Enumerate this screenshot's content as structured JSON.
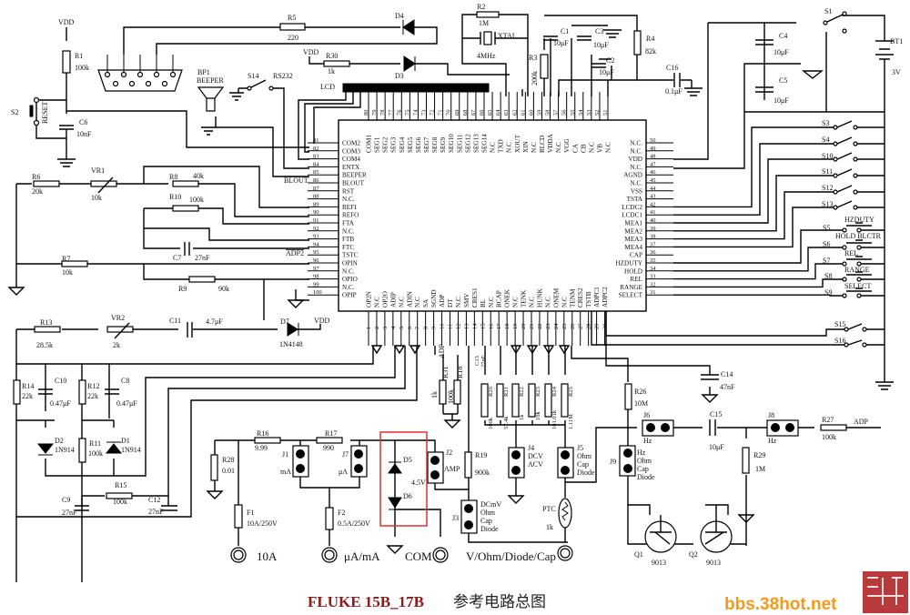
{
  "title": "FLUKE 15B_17B",
  "subtitle": "参考电路总图",
  "watermark": "bbs.38hot.net",
  "colors": {
    "title": "#8b1a1a",
    "highlight_box": "#e03030",
    "watermark": "#f39a1e"
  },
  "chip": {
    "left_pins": [
      {
        "n": "81",
        "label": "COM2"
      },
      {
        "n": "82",
        "label": "COM3"
      },
      {
        "n": "83",
        "label": "COM4"
      },
      {
        "n": "84",
        "label": "ENTX"
      },
      {
        "n": "85",
        "label": "BEEPER"
      },
      {
        "n": "86",
        "label": "BLOUT"
      },
      {
        "n": "87",
        "label": "RST"
      },
      {
        "n": "88",
        "label": "N.C."
      },
      {
        "n": "89",
        "label": "REFI"
      },
      {
        "n": "90",
        "label": "REFO"
      },
      {
        "n": "91",
        "label": "FTA"
      },
      {
        "n": "92",
        "label": "N.C."
      },
      {
        "n": "93",
        "label": "FTB"
      },
      {
        "n": "94",
        "label": "FTC"
      },
      {
        "n": "95",
        "label": "TSTC"
      },
      {
        "n": "96",
        "label": "OPIN"
      },
      {
        "n": "97",
        "label": "N.C."
      },
      {
        "n": "98",
        "label": "OPIO"
      },
      {
        "n": "99",
        "label": "N.C."
      },
      {
        "n": "100",
        "label": "OPIP"
      }
    ],
    "top_pins": [
      {
        "n": "80",
        "label": "COM1"
      },
      {
        "n": "79",
        "label": "SEG1"
      },
      {
        "n": "78",
        "label": "SEG2"
      },
      {
        "n": "77",
        "label": "SEG3"
      },
      {
        "n": "76",
        "label": "SEG4"
      },
      {
        "n": "75",
        "label": "SEG5"
      },
      {
        "n": "74",
        "label": "SEG6"
      },
      {
        "n": "73",
        "label": "SEG7"
      },
      {
        "n": "72",
        "label": "SEG8"
      },
      {
        "n": "71",
        "label": "SEG9"
      },
      {
        "n": "70",
        "label": "SEG10"
      },
      {
        "n": "69",
        "label": "SEG11"
      },
      {
        "n": "68",
        "label": "SEG12"
      },
      {
        "n": "67",
        "label": "SEG13"
      },
      {
        "n": "66",
        "label": "SEG14"
      },
      {
        "n": "65",
        "label": "N.C"
      },
      {
        "n": "64",
        "label": "TXD"
      },
      {
        "n": "63",
        "label": "N.C"
      },
      {
        "n": "62",
        "label": "XOUT"
      },
      {
        "n": "61",
        "label": "XIN"
      },
      {
        "n": "60",
        "label": "N.C"
      },
      {
        "n": "59",
        "label": "RLCD"
      },
      {
        "n": "58",
        "label": "VDDA"
      },
      {
        "n": "57",
        "label": "N.C"
      },
      {
        "n": "56",
        "label": "VGG"
      },
      {
        "n": "55",
        "label": "CA"
      },
      {
        "n": "54",
        "label": "CB"
      },
      {
        "n": "53",
        "label": "N.C"
      },
      {
        "n": "52",
        "label": "VB"
      },
      {
        "n": "51",
        "label": "N.C"
      }
    ],
    "right_pins": [
      {
        "n": "50",
        "label": "N.C."
      },
      {
        "n": "49",
        "label": "N.C."
      },
      {
        "n": "48",
        "label": "VDD"
      },
      {
        "n": "47",
        "label": "N.C."
      },
      {
        "n": "46",
        "label": "AGND"
      },
      {
        "n": "45",
        "label": "N.C."
      },
      {
        "n": "44",
        "label": "VSS"
      },
      {
        "n": "43",
        "label": "TSTA"
      },
      {
        "n": "42",
        "label": "LCDC2"
      },
      {
        "n": "41",
        "label": "LCDC1"
      },
      {
        "n": "40",
        "label": "MEA1"
      },
      {
        "n": "39",
        "label": "MEA2"
      },
      {
        "n": "38",
        "label": "MEA3"
      },
      {
        "n": "37",
        "label": "MEA4"
      },
      {
        "n": "36",
        "label": "CAP"
      },
      {
        "n": "35",
        "label": "HZDUTY"
      },
      {
        "n": "34",
        "label": "HOLD"
      },
      {
        "n": "33",
        "label": "REL"
      },
      {
        "n": "32",
        "label": "RANGE"
      },
      {
        "n": "31",
        "label": "SELECT"
      }
    ],
    "bottom_pins": [
      {
        "n": "1",
        "label": "OP2N"
      },
      {
        "n": "2",
        "label": "N.C"
      },
      {
        "n": "3",
        "label": "OP2O"
      },
      {
        "n": "4",
        "label": "ADIP"
      },
      {
        "n": "5",
        "label": "N.C"
      },
      {
        "n": "6",
        "label": "ADIN"
      },
      {
        "n": "7",
        "label": "N.C"
      },
      {
        "n": "8",
        "label": "SA"
      },
      {
        "n": "9",
        "label": "SGND"
      },
      {
        "n": "10",
        "label": "ADP"
      },
      {
        "n": "11",
        "label": "DT"
      },
      {
        "n": "12",
        "label": "N.C"
      },
      {
        "n": "13",
        "label": "SMV"
      },
      {
        "n": "14",
        "label": "CRES1"
      },
      {
        "n": "15",
        "label": "RL"
      },
      {
        "n": "16",
        "label": "N.C"
      },
      {
        "n": "17",
        "label": "RCAP"
      },
      {
        "n": "18",
        "label": "ONEK"
      },
      {
        "n": "19",
        "label": "N.C"
      },
      {
        "n": "20",
        "label": "TENK"
      },
      {
        "n": "21",
        "label": "N.C"
      },
      {
        "n": "22",
        "label": "HUNK"
      },
      {
        "n": "23",
        "label": "N.C"
      },
      {
        "n": "24",
        "label": "ONEM"
      },
      {
        "n": "25",
        "label": "N.C"
      },
      {
        "n": "26",
        "label": "TENM"
      },
      {
        "n": "27",
        "label": "CRES2"
      },
      {
        "n": "28",
        "label": "TSTB"
      },
      {
        "n": "29",
        "label": "ADPC1"
      },
      {
        "n": "30",
        "label": "ADPC2"
      }
    ]
  },
  "labels": {
    "vdd": "VDD",
    "lcd": "LCD",
    "adp": "ADP",
    "adp2": "ADP2",
    "blout": "BLOUT",
    "R1": "R1",
    "R1v": "100k",
    "S2": "S2",
    "reset": "RESET",
    "C6": "C6",
    "C6v": "10nF",
    "R5": "R5",
    "R5v": "220",
    "D4": "D4",
    "D3": "D3",
    "R30": "R30",
    "R30v": "1k",
    "R2": "R2",
    "R2v": "1M",
    "xtal": "XTAL",
    "xtalv": "4MHz",
    "C1": "C1",
    "C1v": "10μF",
    "C3": "C3",
    "C3v": "10μF",
    "C2": "C2",
    "C2v": "10μF",
    "R3": "R3",
    "R3v": "200k",
    "R4": "R4",
    "R4v": "82k",
    "C16": "C16",
    "C16v": "0.1μF",
    "BP1": "BP1",
    "beeper": "BEEPER",
    "S14": "S14",
    "rs232": "RS232",
    "C4": "C4",
    "C4v": "10μF",
    "C5": "C5",
    "C5v": "10μF",
    "S1": "S1",
    "BT1": "BT1",
    "BT1v": "3V",
    "R6": "R6",
    "R6v": "20k",
    "VR1": "VR1",
    "VR1v": "10k",
    "R8": "R8",
    "R8v": "40k",
    "R10": "R10",
    "R10v": "100k",
    "C7": "C7",
    "C7v": "27nF",
    "R7": "R7",
    "R7v": "10k",
    "R9": "R9",
    "R9v": "90k",
    "S3": "S3",
    "S4": "S4",
    "S10": "S10",
    "S11": "S11",
    "S12": "S12",
    "S13": "S13",
    "S5": "S5",
    "S6": "S6",
    "S7": "S7",
    "S8": "S8",
    "S9": "S9",
    "S15": "S15",
    "S16": "S16",
    "hzduty": "HZDUTY",
    "holdblctr": "HOLD BLCTR",
    "rel": "REL",
    "range": "RANGE",
    "select": "SELECT",
    "R13": "R13",
    "R13v": "28.5k",
    "VR2": "VR2",
    "VR2v": "2k",
    "C11": "C11",
    "C11v": "4.7μF",
    "D7": "D7",
    "D7v": "1N4148",
    "R14": "R14",
    "R14v": "22k",
    "C10": "C10",
    "C10v": "0.47μF",
    "R12": "R12",
    "R12v": "22k",
    "C8": "C8",
    "C8v": "0.47μF",
    "D2": "D2",
    "D2v": "1N914",
    "R11": "R11",
    "R11v": "100k",
    "D1": "D1",
    "D1v": "1N914",
    "C9": "C9",
    "C9v": "27nF",
    "R15": "R15",
    "R15v": "100k",
    "C12": "C12",
    "C12v": "27nF",
    "R16": "R16",
    "R16v": "9.99",
    "R17": "R17",
    "R17v": "990",
    "R28": "R28",
    "R28v": "0.01",
    "J1": "J1",
    "J1v": "mA",
    "J7": "J7",
    "J7v": "μA",
    "D5": "D5",
    "D6": "D6",
    "D56v": "4.5V",
    "J2": "J2",
    "J2v": "AMP",
    "F1": "F1",
    "F1v": "10A/250V",
    "F2": "F2",
    "F2v": "0.5A/250V",
    "term_10a": "10A",
    "term_ua": "μA/mA",
    "term_com": "COM",
    "term_v": "V/Ohm/Diode/Cap",
    "R31": "R31",
    "R31v": "1k",
    "R18": "R18",
    "R18v": "100k",
    "C13": "C13",
    "C13v": "27nF",
    "R20": "R20",
    "R20v": "100k",
    "R21": "R21",
    "R21v": "57.4k",
    "R22": "R22",
    "R22v": "1k",
    "R23": "R23",
    "R23v": "10k",
    "R24": "R24",
    "R24v": "101.01k",
    "R25": "R25",
    "R25v": "1.11M",
    "R19": "R19",
    "R19v": "900k",
    "J3": "J3",
    "J3a": "DCmV",
    "J3b": "Ohm",
    "J3c": "Cap",
    "J3d": "Diode",
    "J4": "J4",
    "J4a": "DCV",
    "J4b": "ACV",
    "J5": "J5",
    "J5a": "Ohm",
    "J5b": "Cap",
    "J5c": "Diode",
    "PTC": "PTC",
    "PTCv": "1k",
    "R26": "R26",
    "R26v": "10M",
    "C14": "C14",
    "C14v": "47nF",
    "J6": "J6",
    "J6v": "Hz",
    "C15": "C15",
    "C15v": "10μF",
    "J8": "J8",
    "J8v": "Hz",
    "R27": "R27",
    "R27v": "100k",
    "J9": "J9",
    "J9a": "Hz",
    "J9b": "Ohm",
    "J9c": "Cap",
    "J9d": "Diode",
    "R29": "R29",
    "R29v": "1M",
    "Q1": "Q1",
    "Q1v": "9013",
    "Q2": "Q2",
    "Q2v": "9013"
  }
}
